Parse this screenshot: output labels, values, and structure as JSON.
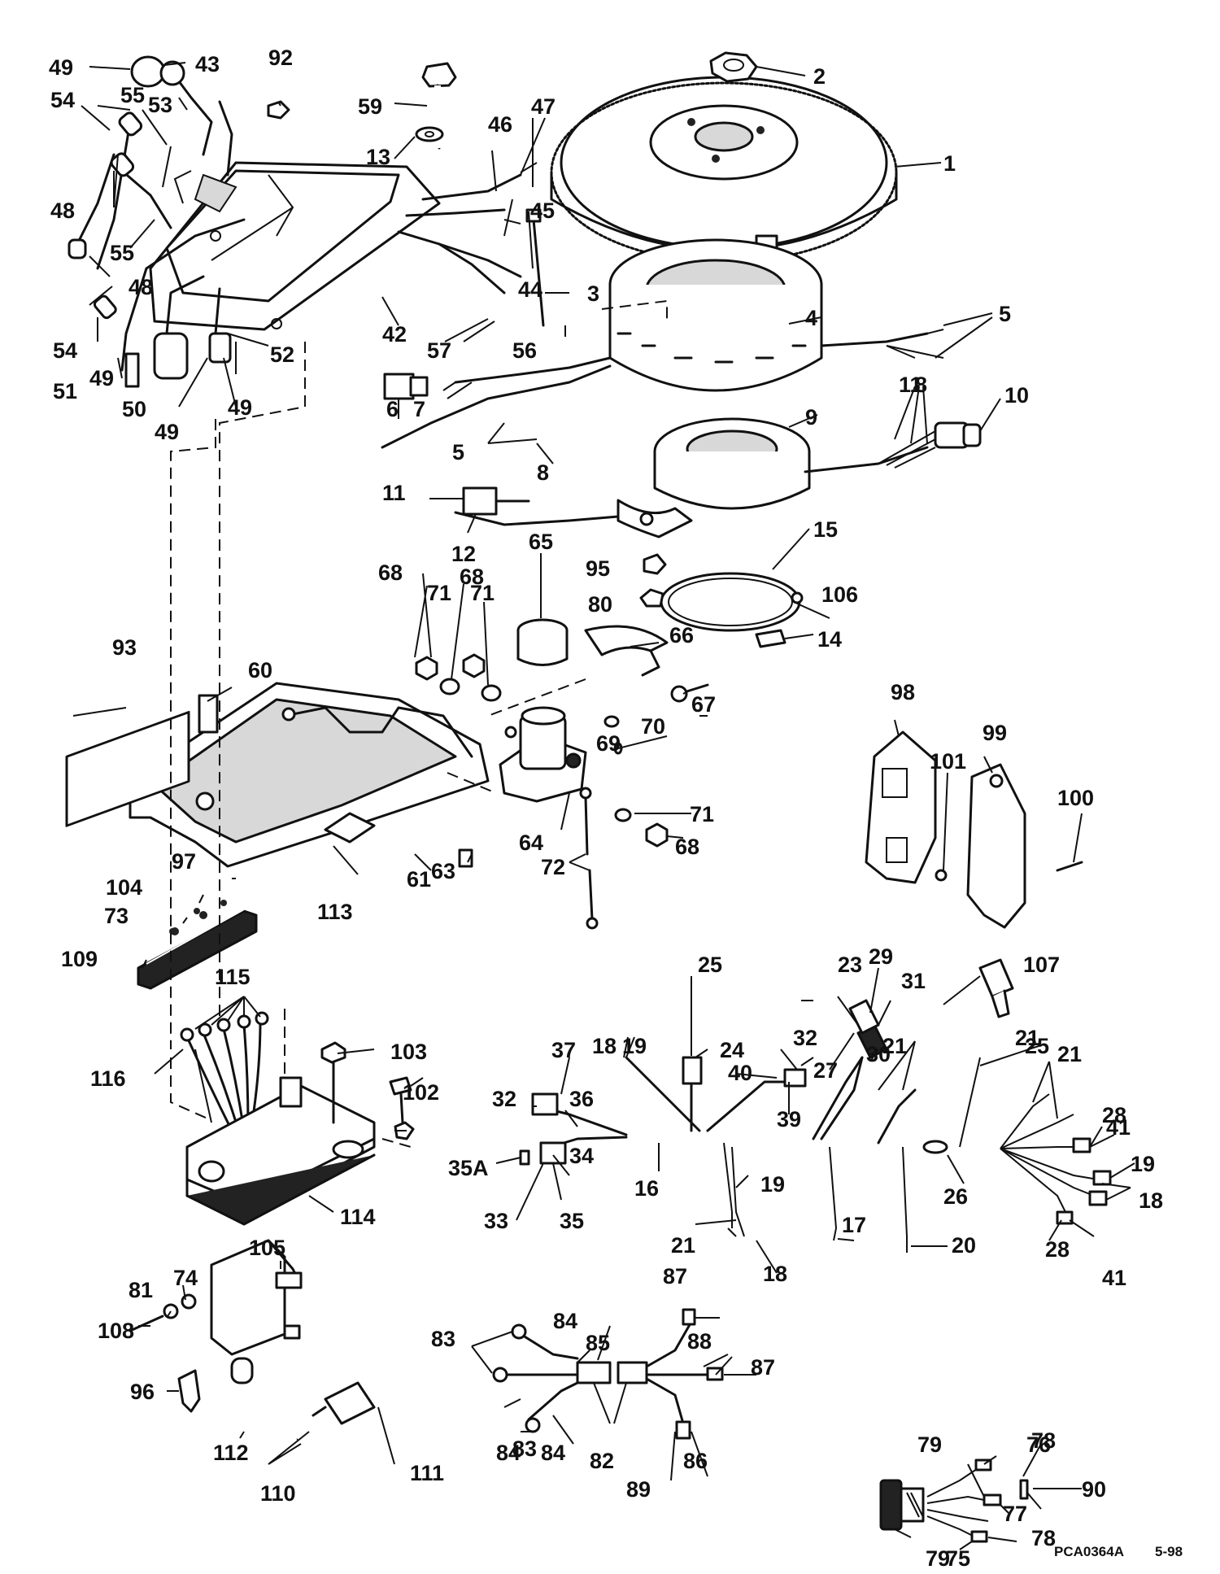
{
  "diagram": {
    "type": "exploded-parts-diagram",
    "footer_code": "PCA0364A",
    "footer_date": "5-98",
    "callout_labels": [
      "1",
      "2",
      "3",
      "4",
      "5",
      "5",
      "6",
      "7",
      "8",
      "8",
      "9",
      "10",
      "11",
      "11",
      "12",
      "13",
      "14",
      "15",
      "16",
      "17",
      "18",
      "18",
      "18",
      "19",
      "19",
      "19",
      "20",
      "21",
      "21",
      "21",
      "21",
      "23",
      "24",
      "25",
      "25",
      "26",
      "27",
      "28",
      "28",
      "29",
      "30",
      "31",
      "32",
      "32",
      "33",
      "34",
      "35",
      "35A",
      "36",
      "37",
      "39",
      "40",
      "41",
      "41",
      "42",
      "43",
      "44",
      "45",
      "46",
      "47",
      "48",
      "48",
      "49",
      "49",
      "49",
      "49",
      "50",
      "51",
      "52",
      "53",
      "54",
      "54",
      "55",
      "55",
      "56",
      "57",
      "59",
      "60",
      "61",
      "63",
      "64",
      "65",
      "66",
      "67",
      "68",
      "68",
      "68",
      "69",
      "70",
      "71",
      "71",
      "71",
      "72",
      "73",
      "74",
      "75",
      "76",
      "77",
      "78",
      "78",
      "79",
      "79",
      "80",
      "81",
      "82",
      "83",
      "83",
      "84",
      "84",
      "84",
      "85",
      "86",
      "87",
      "87",
      "88",
      "89",
      "90",
      "92",
      "93",
      "95",
      "96",
      "97",
      "98",
      "99",
      "100",
      "101",
      "102",
      "103",
      "104",
      "105",
      "106",
      "107",
      "108",
      "109",
      "110",
      "111",
      "112",
      "113",
      "114",
      "115",
      "116"
    ]
  }
}
